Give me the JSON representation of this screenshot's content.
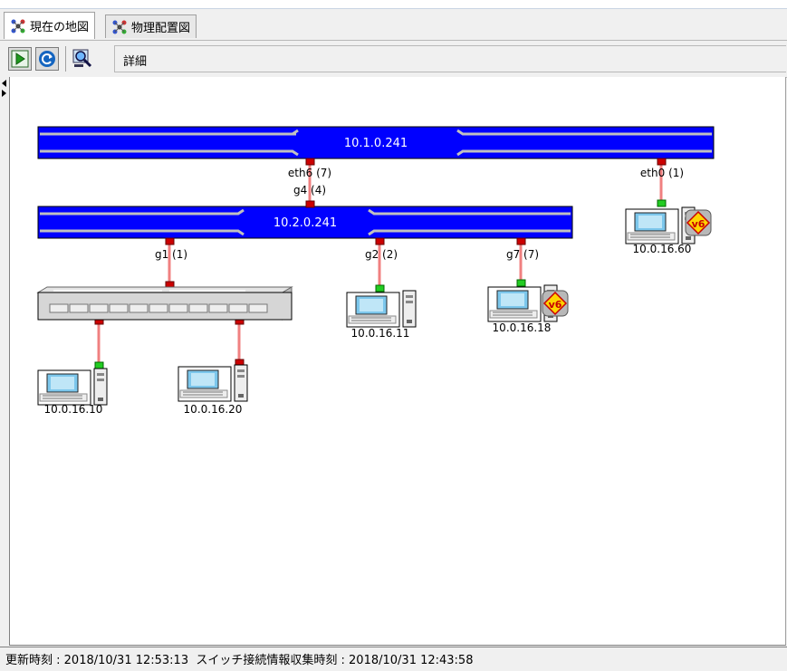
{
  "tabs": [
    {
      "label": "現在の地図",
      "icon": "network-map-icon",
      "active": true
    },
    {
      "label": "物理配置図",
      "icon": "network-map-icon",
      "active": false
    }
  ],
  "toolbar": {
    "detail_label": "詳細",
    "buttons": [
      {
        "icon": "play-icon"
      },
      {
        "icon": "refresh-icon"
      },
      {
        "icon": "search-zoom-icon"
      }
    ]
  },
  "map": {
    "routers": [
      {
        "id": "r1",
        "label": "10.1.0.241"
      },
      {
        "id": "r2",
        "label": "10.2.0.241"
      }
    ],
    "port_labels": {
      "r1_eth6": "eth6 (7)",
      "r2_g4": "g4 (4)",
      "r1_eth0": "eth0 (1)",
      "r2_g1": "g1 (1)",
      "r2_g2": "g2 (2)",
      "r2_g7": "g7 (7)"
    },
    "hosts": [
      {
        "id": "h60",
        "label": "10.0.16.60",
        "ipv6": true
      },
      {
        "id": "h11",
        "label": "10.0.16.11",
        "ipv6": false
      },
      {
        "id": "h18",
        "label": "10.0.16.18",
        "ipv6": true
      },
      {
        "id": "h10",
        "label": "10.0.16.10",
        "ipv6": false
      },
      {
        "id": "h20",
        "label": "10.0.16.20",
        "ipv6": false
      }
    ],
    "ipv6_badge": "v6",
    "colors": {
      "router_bar": "#0000ff",
      "link": "#f08080",
      "port_down": "#cc0000",
      "port_up": "#22cc22"
    }
  },
  "status": {
    "update_time_label": "更新時刻 : ",
    "update_time": "2018/10/31 12:53:13",
    "switch_collect_label": "スイッチ接続情報収集時刻 : ",
    "switch_collect_time": "2018/10/31 12:43:58"
  }
}
